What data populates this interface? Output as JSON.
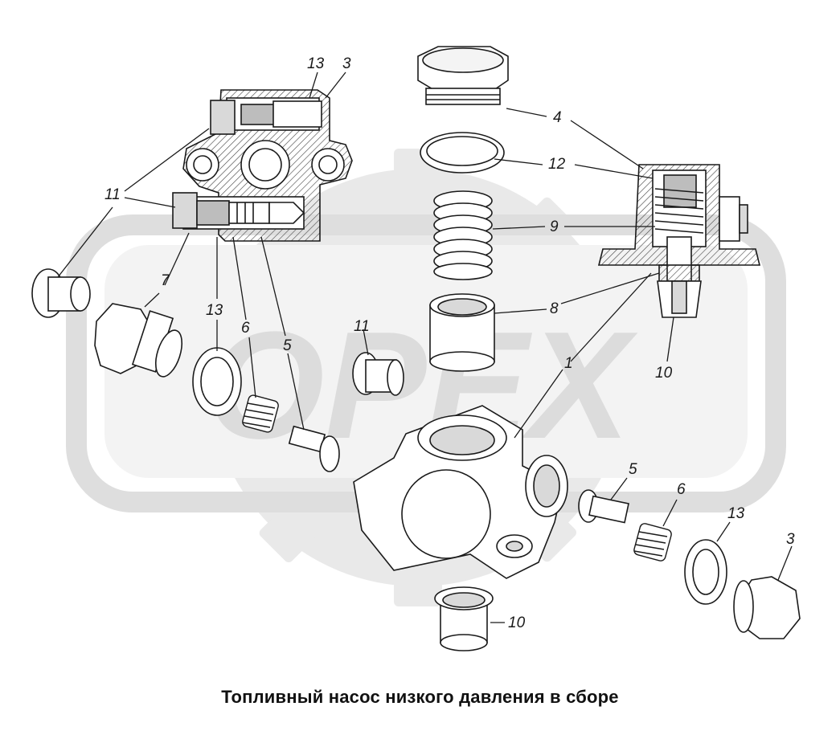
{
  "caption": "Топливный насос низкого давления в сборе",
  "watermark": {
    "text": "OPEX",
    "gear_color": "#e6e6e6",
    "letter_color": "#d9d9d9"
  },
  "colors": {
    "line": "#1a1a1a",
    "hatch": "#555555",
    "shade": "#bdbdbd",
    "light_shade": "#d9d9d9"
  },
  "callouts": {
    "n13_top": "13",
    "n3_top": "3",
    "n11_left": "11",
    "n7": "7",
    "n13_mid": "13",
    "n6_mid": "6",
    "n5_mid": "5",
    "n11_mid": "11",
    "n4": "4",
    "n12": "12",
    "n9": "9",
    "n8": "8",
    "n1": "1",
    "n10_right": "10",
    "n5_right": "5",
    "n6_right": "6",
    "n13_right": "13",
    "n3_right": "3",
    "n10_bottom": "10"
  }
}
